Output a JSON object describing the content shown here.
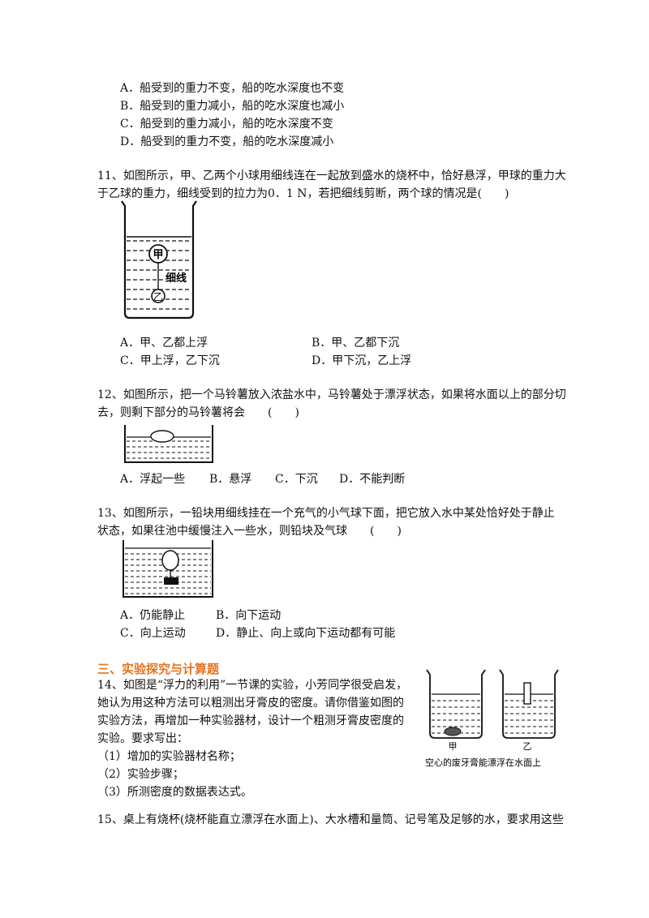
{
  "q10_options": [
    "A．船受到的重力不变，船的吃水深度也不变",
    "B．船受到的重力减小，船的吃水深度也减小",
    "C．船受到的重力减小，船的吃水深度不变",
    "D．船受到的重力不变，船的吃水深度减小"
  ],
  "q11": {
    "line1": "11、如图所示，甲、乙两个小球用细线连在一起放到盛水的烧杯中，恰好悬浮，甲球的重力大",
    "line2": "于乙球的重力，细线受到的拉力为0．1 N，若把细线剪断，两个球的情况是(　　)",
    "fig_ball_top": "甲",
    "fig_ball_bottom": "乙",
    "fig_string": "细线",
    "opt_a": "A．甲、乙都上浮",
    "opt_b": "B．甲、乙都下沉",
    "opt_c": "C．甲上浮，乙下沉",
    "opt_d": "D．甲下沉，乙上浮"
  },
  "q12": {
    "line1": "12、如图所示，把一个马铃薯放入浓盐水中，马铃薯处于漂浮状态，如果将水面以上的部分切",
    "line2": "去，则剩下部分的马铃薯将会　　(　　)",
    "opt_a": "A．浮起一些",
    "opt_b": "B．悬浮",
    "opt_c": "C．下沉",
    "opt_d": "D．不能判断"
  },
  "q13": {
    "line1": "13、如图所示，一铅块用细线挂在一个充气的小气球下面，把它放入水中某处恰好处于静止",
    "line2": "状态，如果往池中缓慢注入一些水，则铅块及气球　　(　　)",
    "opt_a": "A．仍能静止",
    "opt_b": "B．向下运动",
    "opt_c": "C．向上运动",
    "opt_d": "D．静止、向上或向下运动都有可能"
  },
  "section3_title": "三、实验探究与计算题",
  "q14": {
    "lines": [
      "14、如图是“浮力的利用”一节课的实验，小芳同学很受启发，",
      "她认为用这种方法可以粗测出牙膏皮的密度。请你借鉴如图的",
      "实验方法，再增加一种实验器材，设计一个粗测牙膏皮密度的",
      "实验。要求写出：",
      "（1）增加的实验器材名称；",
      "（2）实验步骤；",
      "（3）所测密度的数据表达式。"
    ],
    "fig_label_left": "甲",
    "fig_label_right": "乙",
    "fig_caption": "空心的废牙膏能漂浮在水面上"
  },
  "q15": {
    "line1": "15、桌上有烧杯(烧杯能直立漂浮在水面上)、大水槽和量筒、记号笔及足够的水，要求用这些"
  }
}
